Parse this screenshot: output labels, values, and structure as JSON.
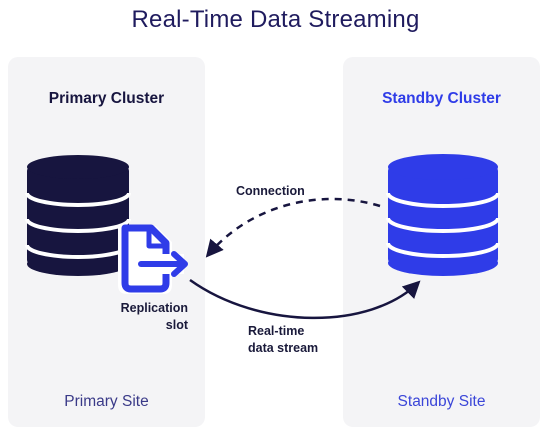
{
  "title": "Real-Time Data Streaming",
  "primary": {
    "cluster_label": "Primary Cluster",
    "site_label": "Primary Site"
  },
  "standby": {
    "cluster_label": "Standby Cluster",
    "site_label": "Standby Site"
  },
  "labels": {
    "connection": "Connection",
    "replication_line1": "Replication",
    "replication_line2": "slot",
    "stream_line1": "Real-time",
    "stream_line2": "data stream"
  },
  "icons": {
    "primary_db": "database-icon",
    "standby_db": "database-icon",
    "replication": "document-export-icon"
  },
  "colors": {
    "title": "#1f1b5e",
    "primary": "#17153f",
    "standby": "#2f3ce8",
    "replication_icon": "#2f3ce8",
    "panel_bg": "#f4f4f6"
  }
}
